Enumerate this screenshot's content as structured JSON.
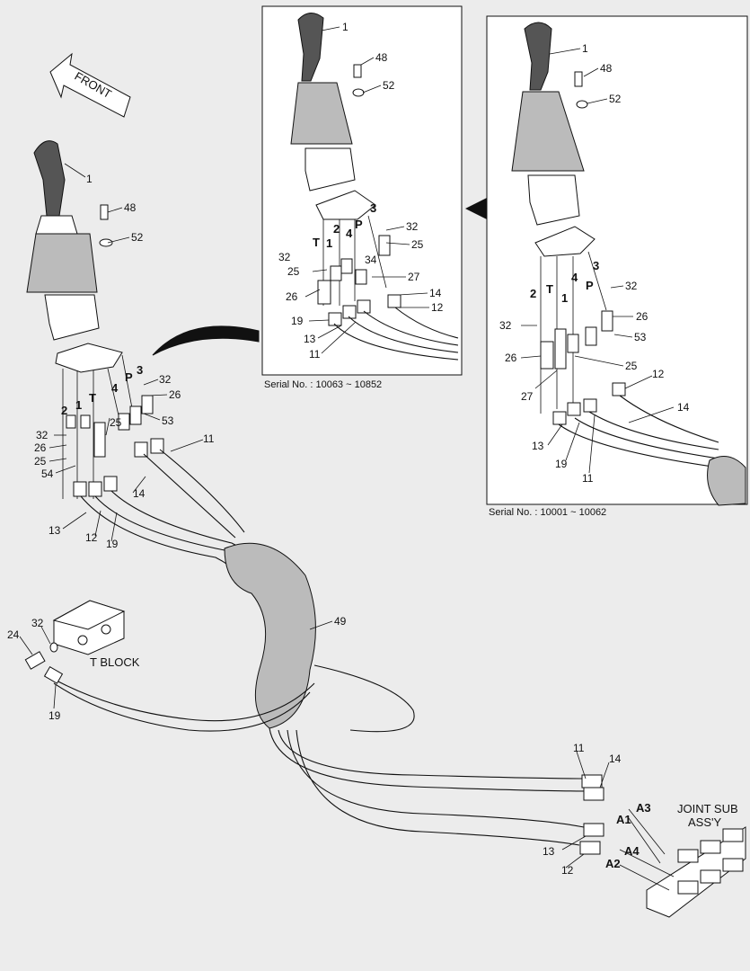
{
  "direction_arrow": {
    "text": "FRONT"
  },
  "insets": [
    {
      "id": "upper",
      "caption": "Serial No. : 10063 ~ 10852"
    },
    {
      "id": "right",
      "caption": "Serial No. : 10001 ~ 10062"
    }
  ],
  "assembly_titles": {
    "t_block": "T BLOCK",
    "joint_line1": "JOINT SUB",
    "joint_line2": "ASS'Y"
  },
  "part_labels": {
    "main": [
      "1",
      "48",
      "52",
      "32",
      "26",
      "53",
      "54",
      "25",
      "T",
      "1",
      "2",
      "4",
      "P",
      "3",
      "32",
      "26",
      "25",
      "13",
      "12",
      "19",
      "14",
      "11"
    ],
    "upper_inset": [
      "1",
      "48",
      "52",
      "3",
      "32",
      "25",
      "2",
      "4",
      "P",
      "34",
      "T",
      "1",
      "32",
      "25",
      "27",
      "26",
      "14",
      "12",
      "19",
      "13",
      "11"
    ],
    "right_inset": [
      "1",
      "48",
      "52",
      "3",
      "32",
      "P",
      "4",
      "T",
      "2",
      "1",
      "26",
      "53",
      "32",
      "25",
      "26",
      "27",
      "12",
      "14",
      "13",
      "19",
      "11"
    ],
    "t_block": [
      "24",
      "32",
      "19"
    ],
    "lower": [
      "49",
      "11",
      "14",
      "13",
      "12"
    ]
  },
  "port_labels": [
    "A3",
    "A1",
    "A4",
    "A2"
  ]
}
